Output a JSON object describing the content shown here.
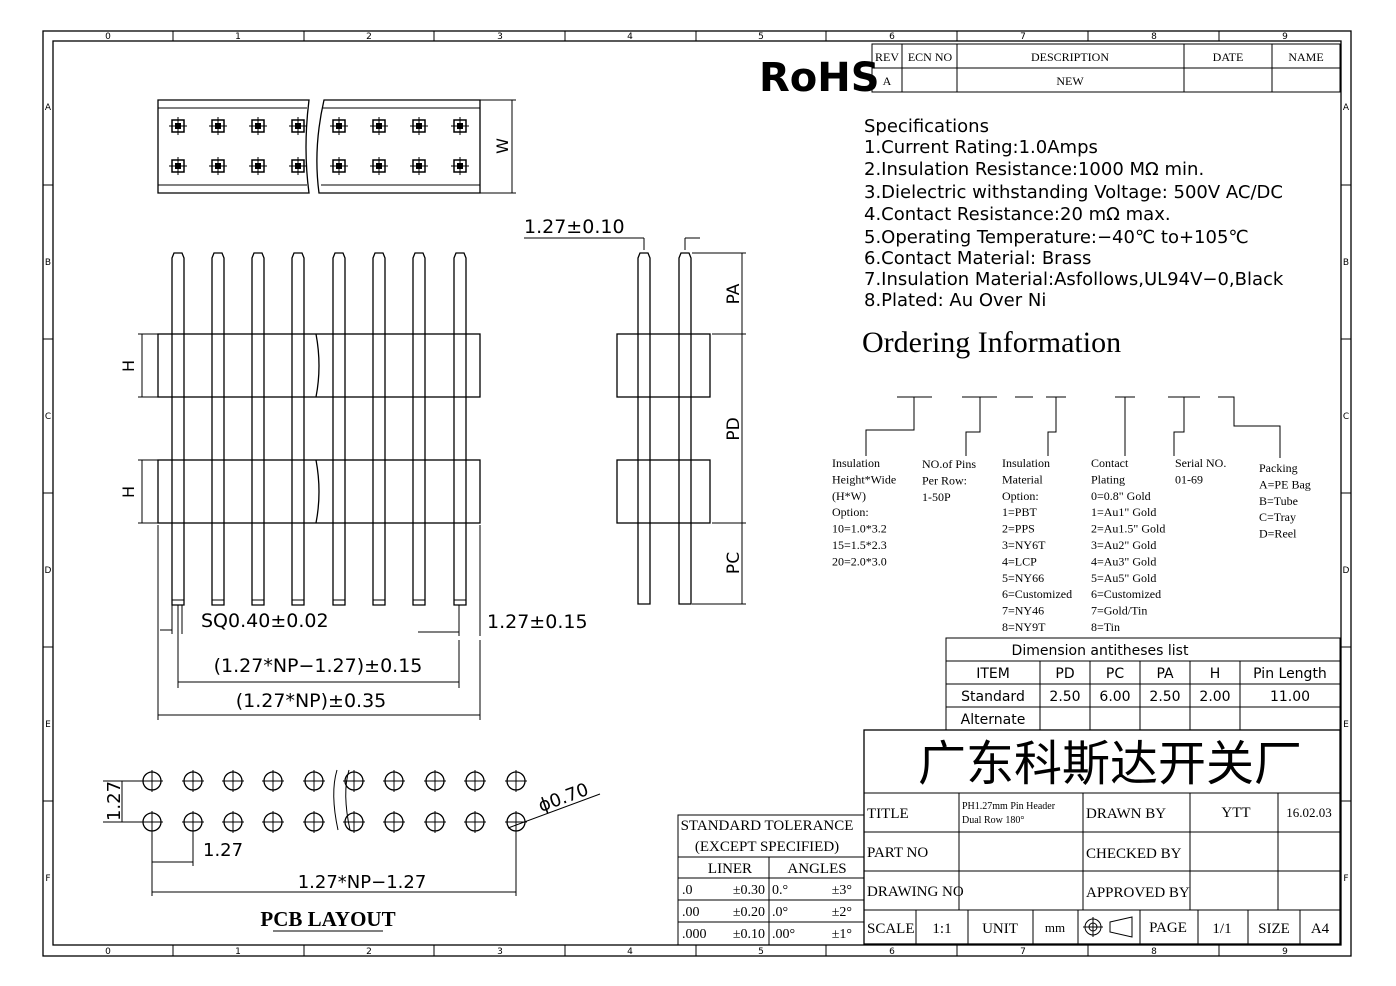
{
  "frame": {
    "col_labels": [
      "0",
      "1",
      "2",
      "3",
      "4",
      "5",
      "6",
      "7",
      "8",
      "9"
    ],
    "row_labels": [
      "A",
      "B",
      "C",
      "D",
      "E",
      "F"
    ]
  },
  "header": {
    "rohs": "RoHS",
    "rev_table": {
      "headers": [
        "REV",
        "ECN NO",
        "DESCRIPTION",
        "DATE",
        "NAME"
      ],
      "row": [
        "A",
        "",
        "NEW",
        "",
        ""
      ]
    }
  },
  "specifications": {
    "title": "Specifications",
    "items": [
      "1.Current  Rating:1.0Amps",
      "2.Insulation  Resistance:1000  MΩ  min.",
      "3.Dielectric  withstanding  Voltage:  500V  AC/DC",
      "4.Contact  Resistance:20  mΩ  max.",
      "5.Operating  Temperature:−40℃  to+105℃",
      "6.Contact  Material:  Brass",
      "7.Insulation  Material:Asfollows,UL94V−0,Black",
      "8.Plated:  Au  Over  Ni"
    ]
  },
  "ordering": {
    "title": "Ordering  Information",
    "columns": [
      {
        "lines": [
          "Insulation",
          "Height*Wide",
          "(H*W)",
          "Option:",
          "10=1.0*3.2",
          "15=1.5*2.3",
          "20=2.0*3.0"
        ]
      },
      {
        "lines": [
          "NO.of Pins",
          "Per Row:",
          "1-50P"
        ]
      },
      {
        "lines": [
          "Insulation",
          "Material",
          "Option:",
          "1=PBT",
          "2=PPS",
          "3=NY6T",
          "4=LCP",
          "5=NY66",
          "6=Customized",
          "7=NY46",
          "8=NY9T"
        ]
      },
      {
        "lines": [
          "Contact",
          "Plating",
          "0=0.8\" Gold",
          "1=Au1\" Gold",
          "2=Au1.5\" Gold",
          "3=Au2\" Gold",
          "4=Au3\" Gold",
          "5=Au5\" Gold",
          "6=Customized",
          "7=Gold/Tin",
          "8=Tin"
        ]
      },
      {
        "lines": [
          "Serial NO.",
          "01-69"
        ]
      },
      {
        "lines": [
          "Packing",
          "A=PE Bag",
          "B=Tube",
          "C=Tray",
          "D=Reel"
        ]
      }
    ]
  },
  "dimension_table": {
    "title": "Dimension  antitheses  list",
    "headers": [
      "ITEM",
      "PD",
      "PC",
      "PA",
      "H",
      "Pin Length"
    ],
    "rows": [
      [
        "Standard",
        "2.50",
        "6.00",
        "2.50",
        "2.00",
        "11.00"
      ],
      [
        "Alternate",
        "",
        "",
        "",
        "",
        ""
      ]
    ]
  },
  "dims": {
    "w": "W",
    "h_top": "H",
    "h_bottom": "H",
    "pitch_top": "1.27±0.10",
    "pa": "PA",
    "pd": "PD",
    "pc": "PC",
    "sq": "SQ0.40±0.02",
    "pitch_side": "1.27±0.15",
    "np_minus": "(1.27*NP−1.27)±0.15",
    "np": "(1.27*NP)±0.35",
    "pcb_pitch_v": "1.27",
    "pcb_pitch_h": "1.27",
    "pcb_hole": "ϕ0.70",
    "pcb_total": "1.27*NP−1.27",
    "pcb_layout": "PCB LAYOUT"
  },
  "tolerance": {
    "title1": "STANDARD  TOLERANCE",
    "title2": "(EXCEPT    SPECIFIED)",
    "headers": [
      "LINER",
      "ANGLES"
    ],
    "rows": [
      [
        ".0",
        "±0.30",
        "0.°",
        "±3°"
      ],
      [
        ".00",
        "±0.20",
        ".0°",
        "±2°"
      ],
      [
        ".000",
        "±0.10",
        ".00°",
        "±1°"
      ]
    ]
  },
  "title_block": {
    "company": "广东科斯达开关厂",
    "title_label": "TITLE",
    "title_value_1": "PH1.27mm Pin Header",
    "title_value_2": "Dual Row 180°",
    "drawn_by_label": "DRAWN BY",
    "drawn_by": "YTT",
    "date": "16.02.03",
    "part_no_label": "PART NO",
    "checked_by_label": "CHECKED BY",
    "drawing_no_label": "DRAWING NO",
    "approved_by_label": "APPROVED BY",
    "scale_label": "SCALE",
    "scale": "1:1",
    "unit_label": "UNIT",
    "unit": "mm",
    "page_label": "PAGE",
    "page": "1/1",
    "size_label": "SIZE",
    "size": "A4"
  }
}
